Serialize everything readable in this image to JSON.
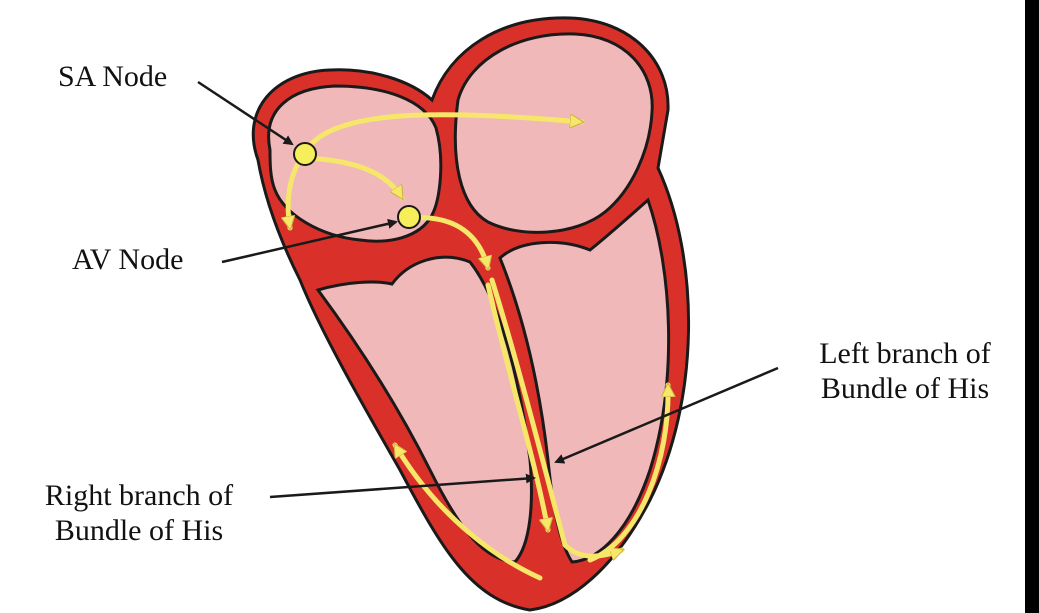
{
  "colors": {
    "muscle": "#d9312a",
    "chamber": "#f0b8b8",
    "outline": "#1a1a1a",
    "conduction": "#f6e66a",
    "node": "#f6ee5a",
    "frame": "#000000",
    "background": "#ffffff"
  },
  "labels": {
    "sa_node": "SA Node",
    "av_node": "AV Node",
    "left_branch_line1": "Left branch of",
    "left_branch_line2": "Bundle of His",
    "right_branch_line1": "Right branch of",
    "right_branch_line2": "Bundle of His"
  }
}
